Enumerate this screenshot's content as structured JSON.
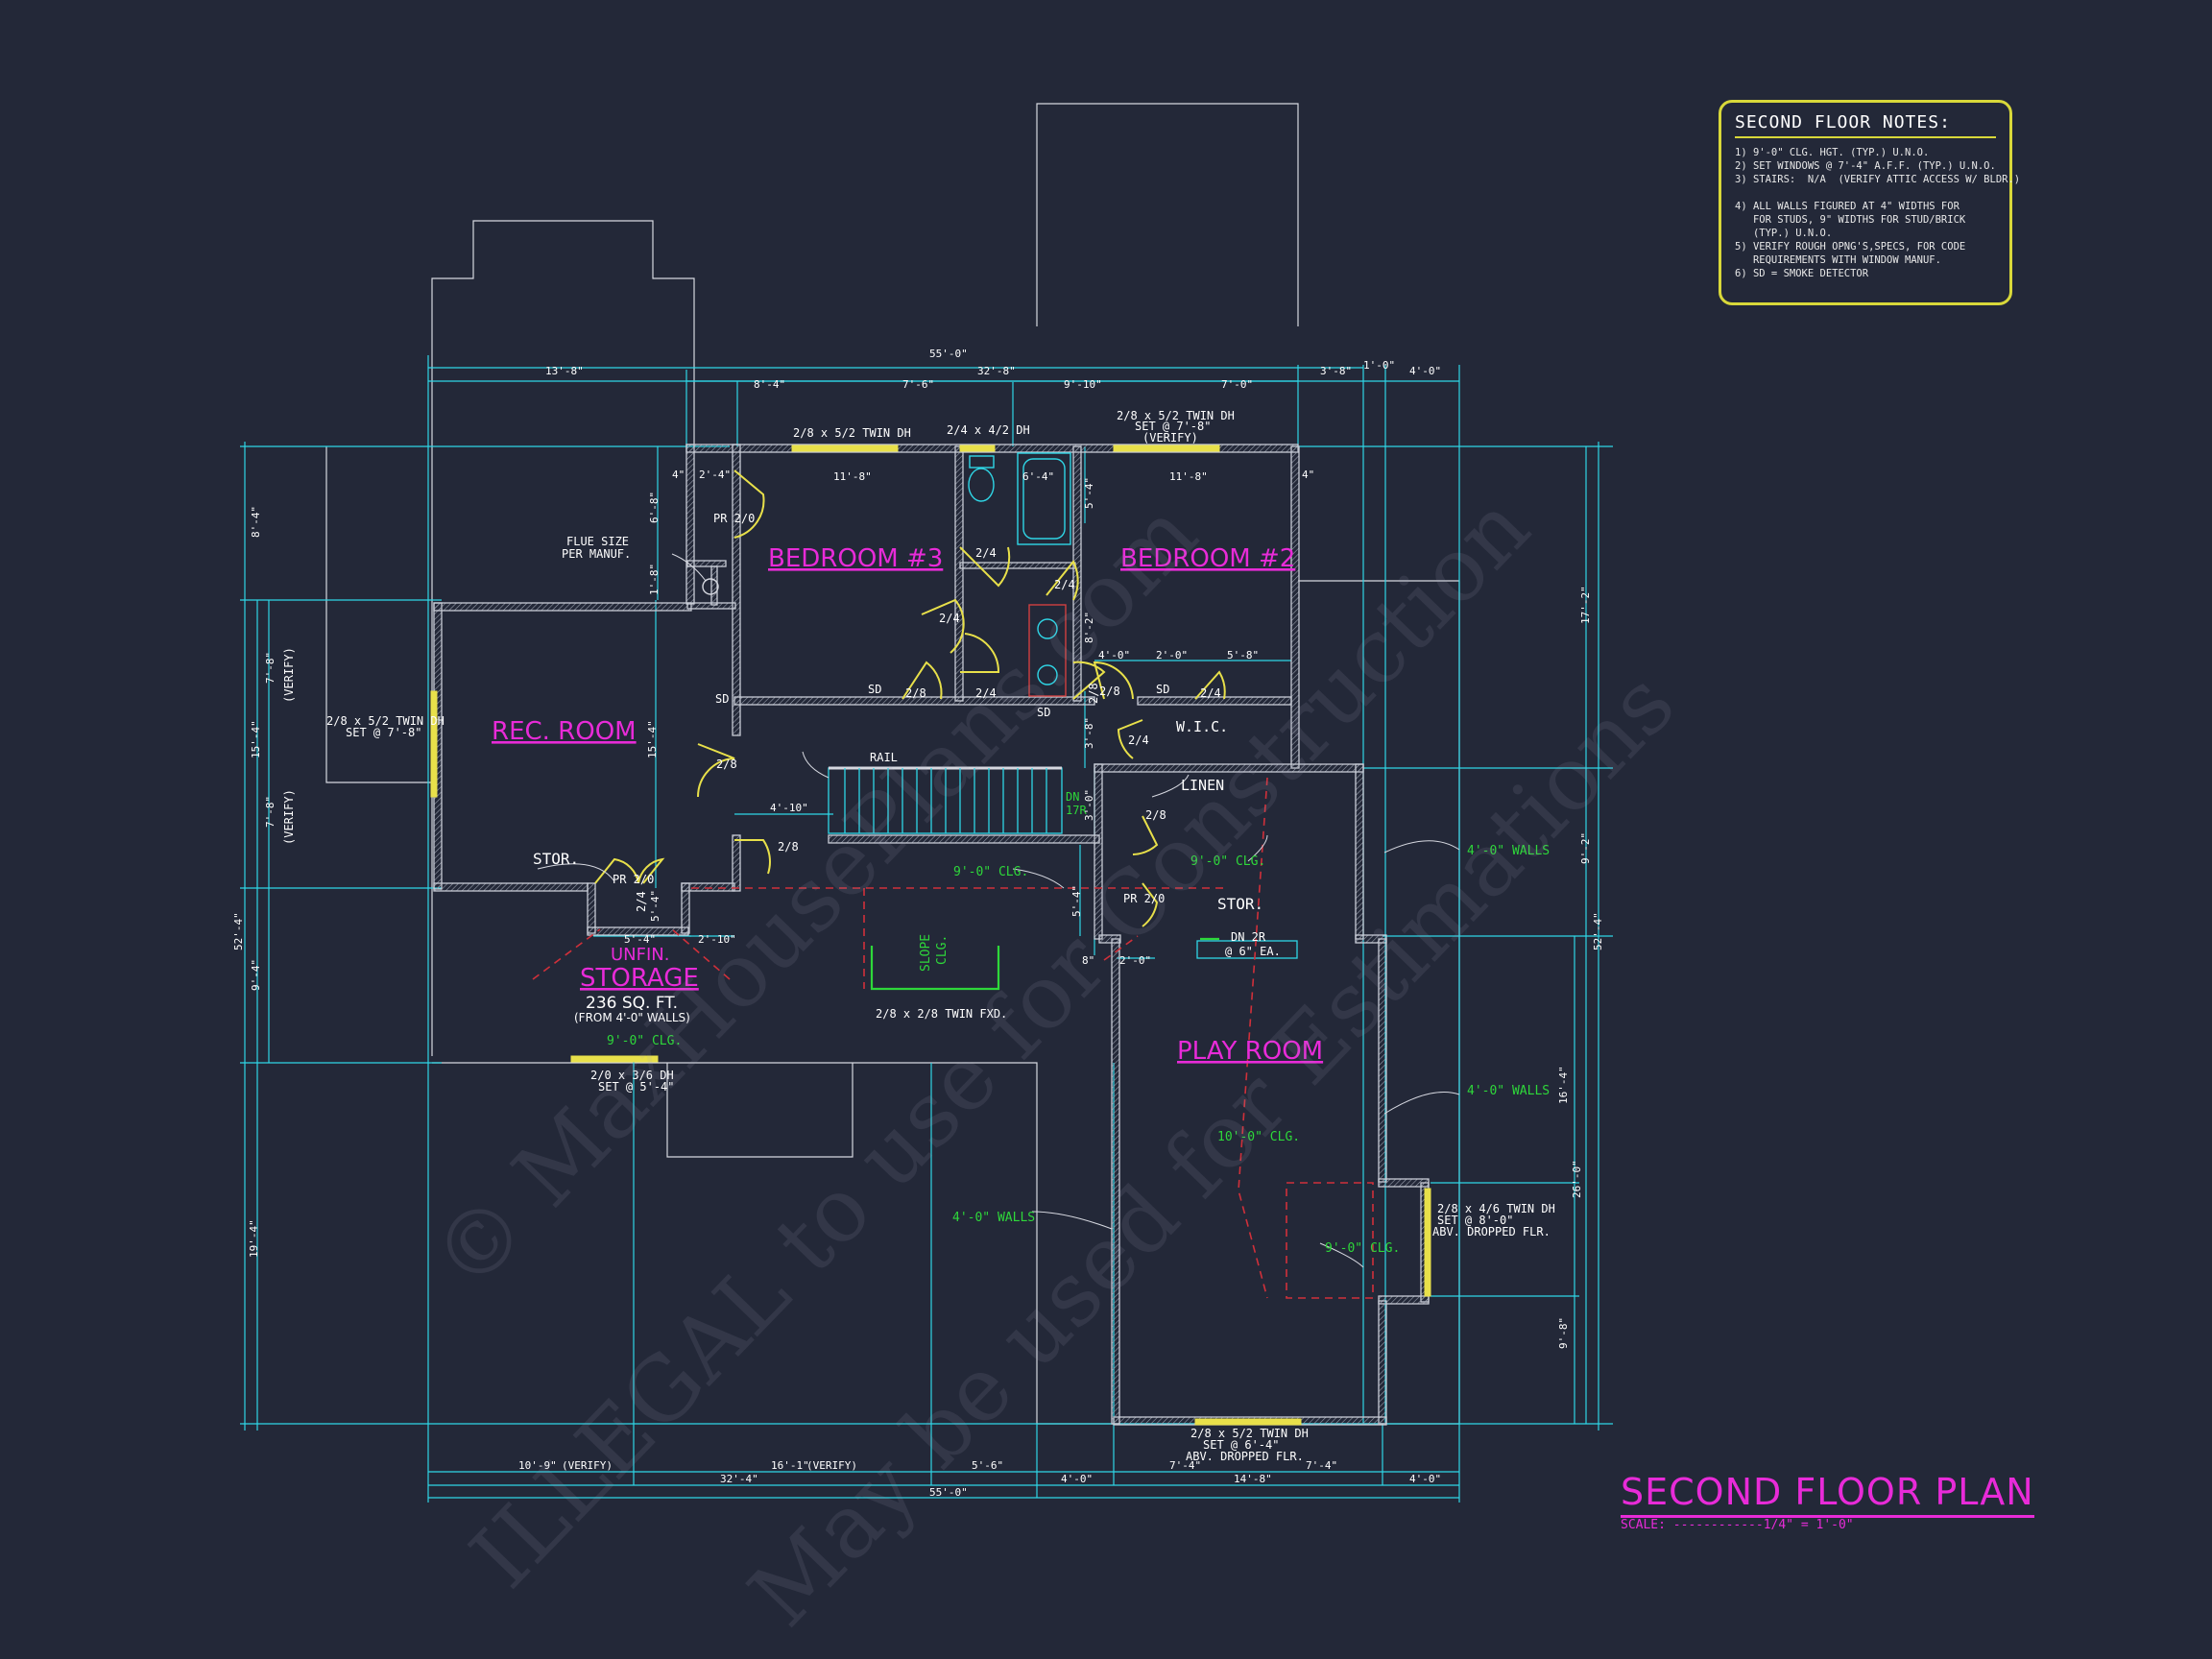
{
  "notes": {
    "title": "SECOND FLOOR NOTES:",
    "items": [
      "1) 9'-0\" CLG. HGT. (TYP.) U.N.O.",
      "2) SET WINDOWS @ 7'-4\" A.F.F. (TYP.) U.N.O.",
      "3) STAIRS:  N/A  (VERIFY ATTIC ACCESS W/ BLDR.)",
      "4) ALL WALLS FIGURED AT 4\" WIDTHS FOR\n   FOR STUDS, 9\" WIDTHS FOR STUD/BRICK\n   (TYP.) U.N.O.",
      "5) VERIFY ROUGH OPNG'S,SPECS, FOR CODE\n   REQUIREMENTS WITH WINDOW MANUF.",
      "6) SD = SMOKE DETECTOR"
    ]
  },
  "title_block": {
    "title": "SECOND FLOOR PLAN",
    "scale": "SCALE: ------------1/4\" = 1'-0\""
  },
  "watermarks": [
    "© MaxHousePlans.com",
    "ILLEGAL to use for Construction",
    "May be used for Estimations"
  ],
  "rooms": {
    "bedroom3": "BEDROOM #3",
    "bedroom2": "BEDROOM #2",
    "rec_room": "REC. ROOM",
    "play_room": "PLAY ROOM",
    "unfin": "UNFIN.",
    "storage": "STORAGE",
    "storage_area": "236 SQ. FT.",
    "storage_note": "(FROM 4'-0\" WALLS)",
    "wic": "W.I.C.",
    "linen": "LINEN",
    "stor1": "STOR.",
    "stor2": "STOR.",
    "rail": "RAIL"
  },
  "labels": {
    "flue1": "FLUE SIZE",
    "flue2": "PER MANUF.",
    "win_top1": "2/8 x 5/2 TWIN DH",
    "win_top2": "2/4 x 4/2 DH",
    "win_top3a": "2/8 x 5/2 TWIN DH",
    "win_top3b": "SET @ 7'-8\"",
    "win_top3c": "(VERIFY)",
    "win_rec_a": "2/8 x 5/2 TWIN DH",
    "win_rec_b": "SET @ 7'-8\"",
    "win_sto_a": "2/0 x 3/6 DH",
    "win_sto_b": "SET @ 5'-4\"",
    "win_fxd": "2/8 x 2/8 TWIN FXD.",
    "win_play_a": "2/8 x 4/6 TWIN DH",
    "win_play_b": "SET @ 8'-0\"",
    "win_play_c": "ABV. DROPPED FLR.",
    "win_bot_a": "2/8 x 5/2 TWIN DH",
    "win_bot_b": "SET @ 6'-4\"",
    "win_bot_c": "ABV. DROPPED FLR.",
    "clg1": "9'-0\" CLG.",
    "clg2": "9'-0\" CLG.",
    "clg3": "9'-0\" CLG.",
    "clg4": "10'-0\" CLG.",
    "clg5": "9'-0\" CLG.",
    "slope1": "SLOPE",
    "slope2": "CLG.",
    "walls1": "4'-0\" WALLS",
    "walls2": "4'-0\" WALLS",
    "walls3": "4'-0\" WALLS",
    "dn2r_a": "DN 2R",
    "dn2r_b": "@ 6\" EA.",
    "dn_a": "DN",
    "dn_b": "17R",
    "pr1": "PR 2/0",
    "pr2": "PR 2/0",
    "pr3": "PR 2/0",
    "sd1": "SD",
    "sd2": "SD",
    "sd3": "SD",
    "sd4": "SD",
    "d1": "2/4",
    "d2": "2/4",
    "d3": "2/4",
    "d4": "2/4",
    "d5": "2/4",
    "d6": "2/4",
    "d7": "2/4",
    "d8": "2/8",
    "d9": "2/8",
    "d10": "2/8",
    "d11": "2/8",
    "d12": "2/8",
    "d13": "2/8",
    "verify1": "(VERIFY)",
    "verify2": "(VERIFY)"
  },
  "dims": {
    "t_total": "55'-0\"",
    "t_a": "13'-8\"",
    "t_b": "32'-8\"",
    "t_c": "3'-8\"",
    "t_d": "1'-0\"",
    "t_e": "4'-0\"",
    "t_f": "8'-4\"",
    "t_g": "7'-6\"",
    "t_h": "9'-10\"",
    "t_i": "7'-0\"",
    "b_total": "55'-0\"",
    "b_a": "10'-9\"",
    "b_a2": "(VERIFY)",
    "b_b": "16'-1\"",
    "b_b2": "(VERIFY)",
    "b_c": "5'-6\"",
    "b_d": "32'-4\"",
    "b_e": "4'-0\"",
    "b_f": "7'-4\"",
    "b_g": "14'-8\"",
    "b_h": "7'-4\"",
    "b_i": "4'-0\"",
    "l_total": "52'-4\"",
    "l_a": "8'-4\"",
    "l_b": "15'-4\"",
    "l_c": "7'-8\"",
    "l_d": "7'-8\"",
    "l_e": "9'-4\"",
    "l_f": "19'-4\"",
    "r_total": "52'-4\"",
    "r_a": "17'-2\"",
    "r_b": "9'-2\"",
    "r_c": "16'-4\"",
    "r_d": "26'-0\"",
    "r_e": "9'-8\"",
    "i_11_8a": "11'-8\"",
    "i_11_8b": "11'-8\"",
    "i_6_4": "6'-4\"",
    "i_4a": "4\"",
    "i_4b": "4\"",
    "i_2_4": "2'-4\"",
    "i_6_8": "6'-8\"",
    "i_1_8": "1'-8\"",
    "i_15_4": "15'-4\"",
    "i_4_10": "4'-10\"",
    "i_5_4a": "5'-4\"",
    "i_2_10": "2'-10\"",
    "i_5_4b": "5'-4\"",
    "i_8_2": "8'-2\"",
    "i_5_4c": "5'-4\"",
    "i_4_0": "4'-0\"",
    "i_2_0a": "2'-0\"",
    "i_5_8": "5'-8\"",
    "i_3_8": "3'-8\"",
    "i_3_0": "3'-0\"",
    "i_5_4d": "5'-4\"",
    "i_8": "8\"",
    "i_2_0b": "2'-0\""
  }
}
